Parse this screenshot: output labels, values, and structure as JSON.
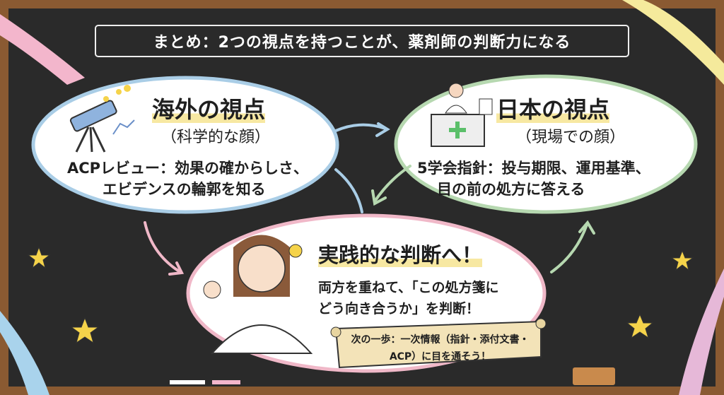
{
  "title": "まとめ：2つの視点を持つことが、薬剤師の判断力になる",
  "overseas": {
    "heading": "海外の視点",
    "subheading": "（科学的な顔）",
    "lines": [
      "ACPレビュー：効果の確からしさ、",
      "エビデンスの輪郭を知る"
    ],
    "icon": "telescope-icon"
  },
  "japan": {
    "heading": "日本の視点",
    "subheading": "（現場での顔）",
    "lines": [
      "5学会指針：投与期限、運用基準、",
      "目の前の処方に答える"
    ],
    "icon": "pharmacist-counter-icon"
  },
  "practice": {
    "heading": "実践的な判断へ！",
    "lines": [
      "両方を重ねて、「この処方箋に",
      "どう向き合うか」を判断！"
    ],
    "icon": "pharmacist-lightbulb-icon"
  },
  "next_step": {
    "lines": [
      "次の一歩：一次情報（指針・添付文書・",
      "ACP）に目を通そう！"
    ]
  },
  "colors": {
    "board": "#2a2a2a",
    "frame": "#8a5a32",
    "overseas_border": "#a9cde6",
    "japan_border": "#b6d8b0",
    "practice_border": "#f0b8c8",
    "highlight": "#f7e8a2"
  }
}
